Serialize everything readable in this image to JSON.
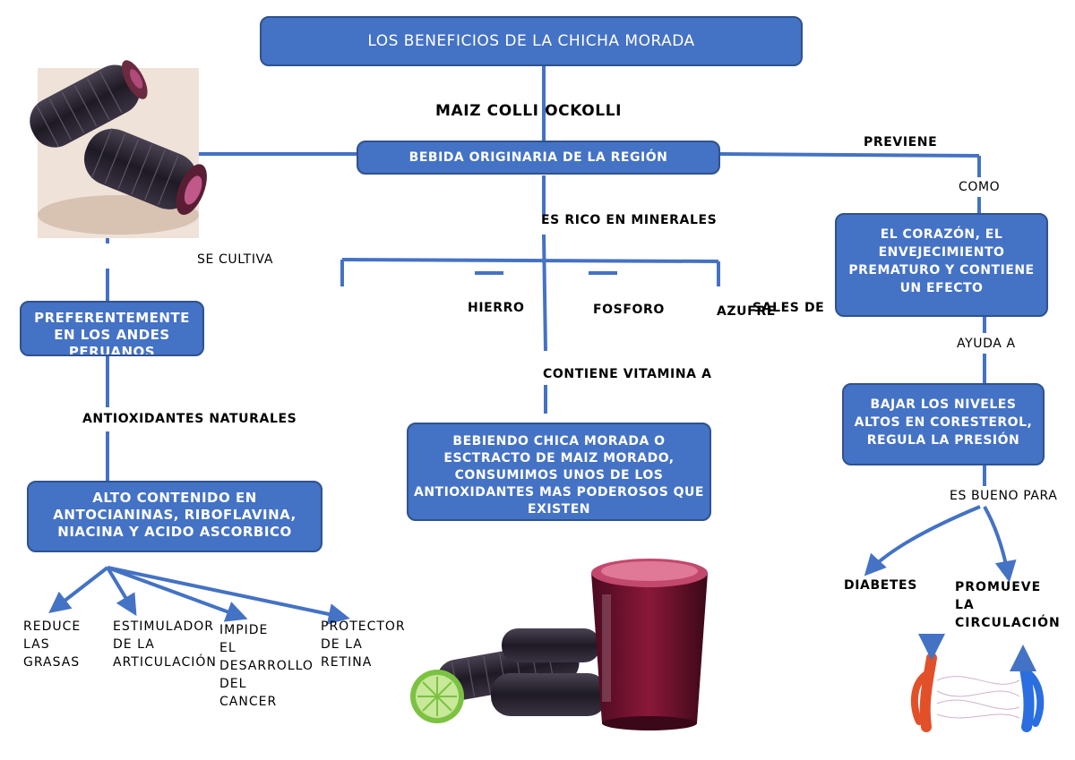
{
  "title": "LOS  BENEFICIOS DE LA CHICHA MORADA",
  "nodes": {
    "maiz": "MAIZ COLLI OCKOLLI",
    "bebida": "BEBIDA ORIGINARIA DE LA REGIÓN",
    "andes": "PREFERENTEMENTE EN LOS ANDES PERUANOS",
    "alto": "ALTO CONTENIDO EN ANTOCIANINAS, RIBOFLAVINA, NIACINA Y ACIDO ASCORBICO",
    "bebiendo": "BEBIENDO CHICA MORADA O ESCTRACTO DE MAIZ MORADO, CONSUMIMOS UNOS DE LOS ANTIOXIDANTES MAS PODEROSOS QUE EXISTEN",
    "corazon": "EL CORAZÓN, EL ENVEJECIMIENTO PREMATURO Y CONTIENE UN EFECTO",
    "bajar": "BAJAR LOS NIVELES ALTOS EN CORESTEROL, REGULA LA PRESIÓN"
  },
  "labels": {
    "se_cultiva": "SE CULTIVA",
    "es_rico": "ES RICO EN MINERALES",
    "hierro": "HIERRO",
    "fosforo": "FOSFORO",
    "azufre": "AZUFRE",
    "sales": "SALES DE",
    "contiene_vit": "CONTIENE VITAMINA A",
    "antioxidantes": "ANTIOXIDANTES NATURALES",
    "previene": "PREVIENE",
    "como": "COMO",
    "ayuda": "AYUDA A",
    "es_bueno": "ES BUENO PARA",
    "diabetes": "DIABETES",
    "promueve": "PROMUEVE LA CIRCULACIÓN"
  },
  "leaves": {
    "reduce": "REDUCE LAS GRASAS",
    "estimul": "ESTIMULADOR DE LA ARTICULACIÓN",
    "impide": "IMPIDE EL DESARROLLO DEL CANCER",
    "protect": "PROTECTOR DE LA RETINA"
  },
  "icons": [
    "purple-corn-image",
    "chicha-glass-image",
    "circulation-icon"
  ],
  "colors": {
    "box_fill": "#4472c4",
    "box_border": "#2f528f",
    "line": "#4472c4",
    "corn": "#2a2430",
    "drink": "#6b1230",
    "lime": "#7cc242"
  }
}
